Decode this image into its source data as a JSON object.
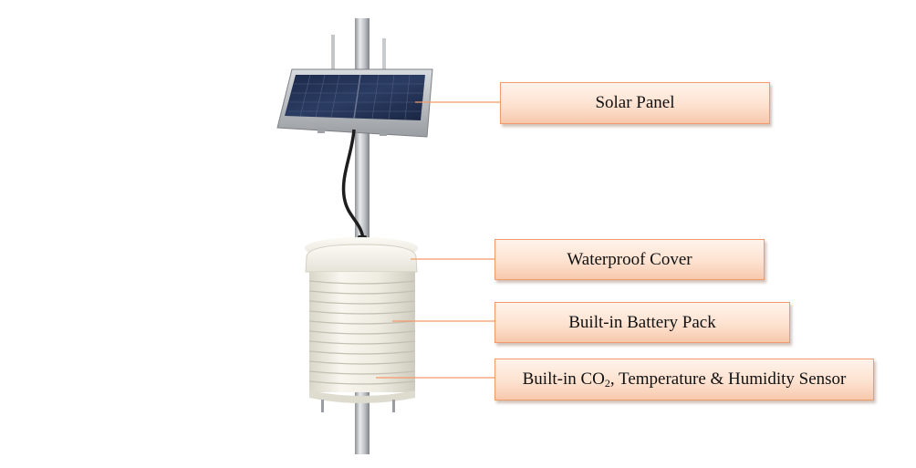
{
  "labels": {
    "solar_panel": "Solar Panel",
    "waterproof_cover": "Waterproof Cover",
    "battery_pack": "Built-in Battery Pack",
    "sensor_prefix": "Built-in CO",
    "sensor_subscript": "2",
    "sensor_suffix": ", Temperature & Humidity Sensor"
  },
  "colors": {
    "leader_line": "#f29a6c",
    "box_border": "#f29a6c",
    "box_fill_top": "#fff3eb",
    "box_fill_bottom": "#f7c9ad"
  }
}
